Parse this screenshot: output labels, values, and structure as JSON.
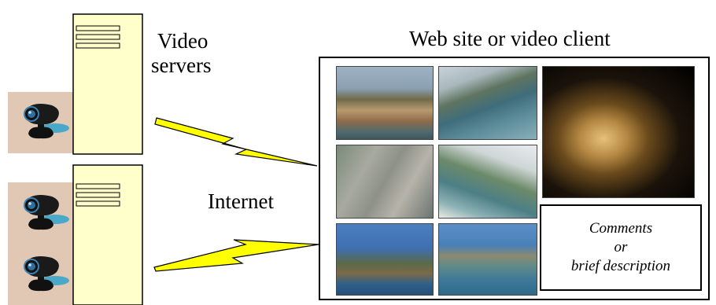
{
  "labels": {
    "video_servers_line1": "Video",
    "video_servers_line2": "servers",
    "web_site": "Web site or video client",
    "internet": "Internet"
  },
  "comment_box": {
    "line1": "Comments",
    "line2": "or",
    "line3": "brief description"
  },
  "colors": {
    "server_body": "#ffffcc",
    "camera_bg": "#e0c8b4",
    "lightning": "#ffff00",
    "camera_foot": "#4aa8c8"
  },
  "icons": [
    "server-icon",
    "webcam-icon",
    "lightning-bolt-icon"
  ]
}
